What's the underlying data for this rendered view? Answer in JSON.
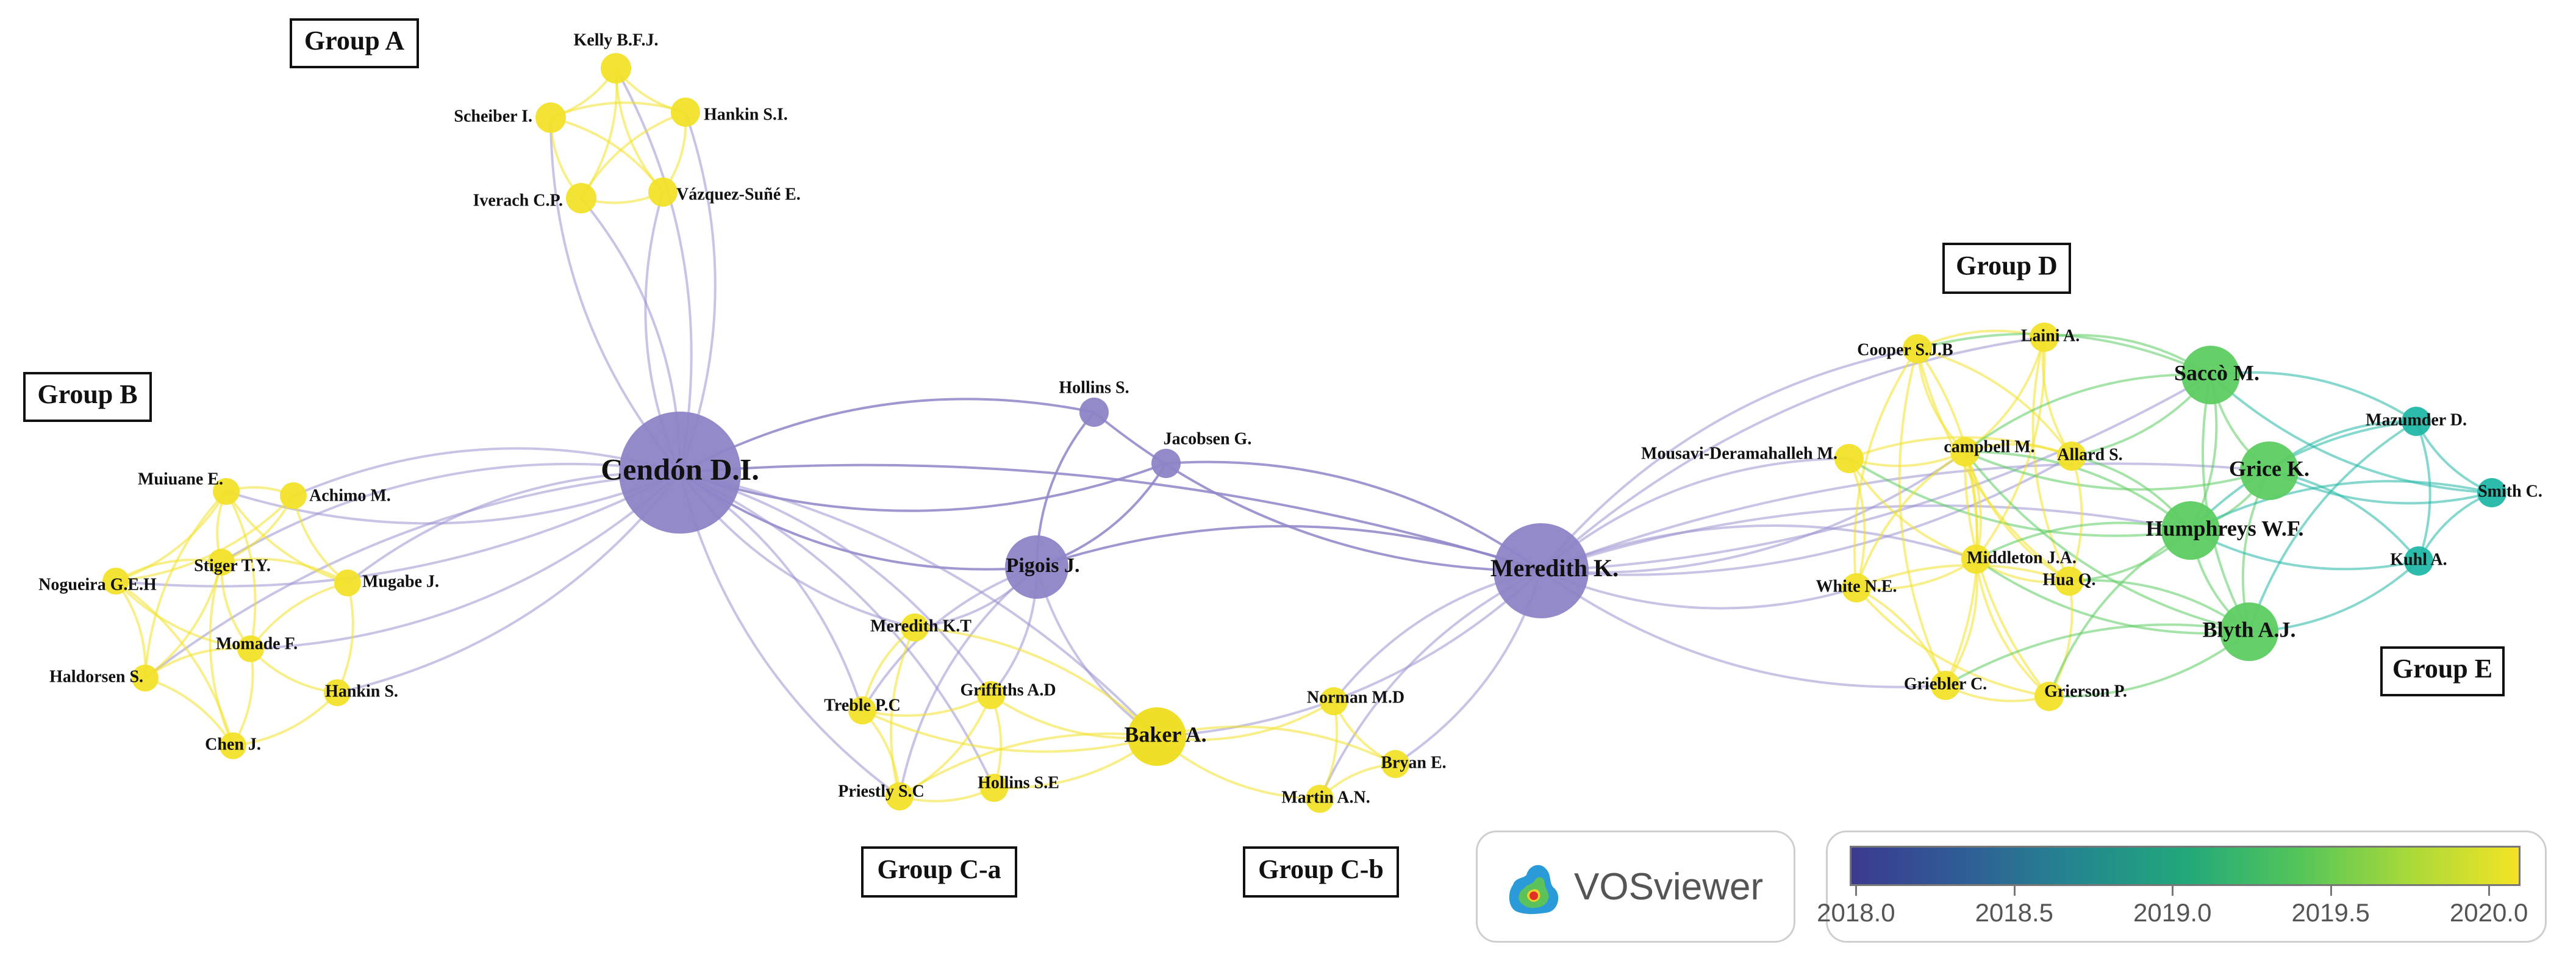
{
  "nodes": [
    {
      "id": "cendon",
      "label": "Cendón D.I.",
      "color": "#8c84c6"
    },
    {
      "id": "meredithk",
      "label": "Meredith K.",
      "color": "#8c84c6"
    },
    {
      "id": "pigois",
      "label": "Pigois J.",
      "color": "#8c84c6"
    },
    {
      "id": "hollins_s",
      "label": "Hollins S.",
      "color": "#8c84c6"
    },
    {
      "id": "jacobsen",
      "label": "Jacobsen G.",
      "color": "#8c84c6"
    },
    {
      "id": "kelly",
      "label": "Kelly B.F.J.",
      "color": "#f2e22a"
    },
    {
      "id": "scheiber",
      "label": "Scheiber I.",
      "color": "#f2e22a"
    },
    {
      "id": "hankin_si",
      "label": "Hankin S.I.",
      "color": "#f2e22a"
    },
    {
      "id": "iverach",
      "label": "Iverach C.P.",
      "color": "#f2e22a"
    },
    {
      "id": "vazquez",
      "label": "Vázquez-Suñé E.",
      "color": "#f2e22a"
    },
    {
      "id": "muiuane",
      "label": "Muiuane E.",
      "color": "#f2e22a"
    },
    {
      "id": "achimo",
      "label": "Achimo M.",
      "color": "#f2e22a"
    },
    {
      "id": "stiger",
      "label": "Stiger T.Y.",
      "color": "#f2e22a"
    },
    {
      "id": "nogueira",
      "label": "Nogueira G.E.H",
      "color": "#f2e22a"
    },
    {
      "id": "mugabe",
      "label": "Mugabe J.",
      "color": "#f2e22a"
    },
    {
      "id": "momade",
      "label": "Momade F.",
      "color": "#f2e22a"
    },
    {
      "id": "haldorsen",
      "label": "Haldorsen S.",
      "color": "#f2e22a"
    },
    {
      "id": "hankin_s",
      "label": "Hankin S.",
      "color": "#f2e22a"
    },
    {
      "id": "chen",
      "label": "Chen J.",
      "color": "#f2e22a"
    },
    {
      "id": "meredith_kt",
      "label": "Meredith K.T",
      "color": "#f2e22a"
    },
    {
      "id": "griffiths",
      "label": "Griffiths A.D",
      "color": "#f2e22a"
    },
    {
      "id": "treble",
      "label": "Treble P.C",
      "color": "#f2e22a"
    },
    {
      "id": "baker",
      "label": "Baker A.",
      "color": "#efdd1e"
    },
    {
      "id": "priestly",
      "label": "Priestly S.C",
      "color": "#f2e22a"
    },
    {
      "id": "hollins_se",
      "label": "Hollins S.E",
      "color": "#f2e22a"
    },
    {
      "id": "norman",
      "label": "Norman M.D",
      "color": "#f2e22a"
    },
    {
      "id": "bryan",
      "label": "Bryan E.",
      "color": "#f2e22a"
    },
    {
      "id": "martin",
      "label": "Martin A.N.",
      "color": "#f2e22a"
    },
    {
      "id": "cooper",
      "label": "Cooper S.J.B",
      "color": "#f2e22a"
    },
    {
      "id": "laini",
      "label": "Laini A.",
      "color": "#f2e22a"
    },
    {
      "id": "mousavi",
      "label": "Mousavi-Deramahalleh M.",
      "color": "#f2e22a"
    },
    {
      "id": "campbell",
      "label": "campbell M.",
      "color": "#f2e22a"
    },
    {
      "id": "allard",
      "label": "Allard S.",
      "color": "#f2e22a"
    },
    {
      "id": "white",
      "label": "White N.E.",
      "color": "#f2e22a"
    },
    {
      "id": "middleton",
      "label": "Middleton J.A.",
      "color": "#f2e22a"
    },
    {
      "id": "hua",
      "label": "Hua Q.",
      "color": "#f2e22a"
    },
    {
      "id": "griebler",
      "label": "Griebler C.",
      "color": "#f2e22a"
    },
    {
      "id": "grierson",
      "label": "Grierson P.",
      "color": "#f2e22a"
    },
    {
      "id": "sacco",
      "label": "Saccò M.",
      "color": "#5dcc62"
    },
    {
      "id": "grice",
      "label": "Grice K.",
      "color": "#5dcc62"
    },
    {
      "id": "humphreys",
      "label": "Humphreys W.F.",
      "color": "#5dcc62"
    },
    {
      "id": "blyth",
      "label": "Blyth A.J.",
      "color": "#5dcc62"
    },
    {
      "id": "mazumder",
      "label": "Mazumder D.",
      "color": "#22b8a6"
    },
    {
      "id": "smith",
      "label": "Smith C.",
      "color": "#22b8a6"
    },
    {
      "id": "kuhl",
      "label": "Kuhl A.",
      "color": "#22b8a6"
    }
  ],
  "edges": [
    [
      "cendon",
      "meredithk"
    ],
    [
      "cendon",
      "pigois"
    ],
    [
      "cendon",
      "hollins_s"
    ],
    [
      "cendon",
      "jacobsen"
    ],
    [
      "cendon",
      "baker"
    ],
    [
      "cendon",
      "kelly"
    ],
    [
      "cendon",
      "scheiber"
    ],
    [
      "cendon",
      "iverach"
    ],
    [
      "cendon",
      "vazquez"
    ],
    [
      "cendon",
      "hankin_si"
    ],
    [
      "cendon",
      "muiuane"
    ],
    [
      "cendon",
      "achimo"
    ],
    [
      "cendon",
      "nogueira"
    ],
    [
      "cendon",
      "mugabe"
    ],
    [
      "cendon",
      "momade"
    ],
    [
      "cendon",
      "haldorsen"
    ],
    [
      "cendon",
      "hankin_s"
    ],
    [
      "cendon",
      "stiger"
    ],
    [
      "cendon",
      "treble"
    ],
    [
      "cendon",
      "priestly"
    ],
    [
      "cendon",
      "griffiths"
    ],
    [
      "cendon",
      "meredith_kt"
    ],
    [
      "cendon",
      "hollins_se"
    ],
    [
      "meredithk",
      "pigois"
    ],
    [
      "meredithk",
      "hollins_s"
    ],
    [
      "meredithk",
      "jacobsen"
    ],
    [
      "meredithk",
      "baker"
    ],
    [
      "meredithk",
      "norman"
    ],
    [
      "meredithk",
      "bryan"
    ],
    [
      "meredithk",
      "martin"
    ],
    [
      "meredithk",
      "mousavi"
    ],
    [
      "meredithk",
      "campbell"
    ],
    [
      "meredithk",
      "cooper"
    ],
    [
      "meredithk",
      "white"
    ],
    [
      "meredithk",
      "middleton"
    ],
    [
      "meredithk",
      "griebler"
    ],
    [
      "meredithk",
      "laini"
    ],
    [
      "meredithk",
      "allard"
    ],
    [
      "meredithk",
      "humphreys"
    ],
    [
      "meredithk",
      "sacco"
    ],
    [
      "meredithk",
      "grice"
    ],
    [
      "pigois",
      "baker"
    ],
    [
      "pigois",
      "meredith_kt"
    ],
    [
      "pigois",
      "treble"
    ],
    [
      "pigois",
      "hollins_s"
    ],
    [
      "pigois",
      "jacobsen"
    ],
    [
      "pigois",
      "griffiths"
    ],
    [
      "pigois",
      "priestly"
    ],
    [
      "baker",
      "treble"
    ],
    [
      "baker",
      "priestly"
    ],
    [
      "baker",
      "griffiths"
    ],
    [
      "baker",
      "meredith_kt"
    ],
    [
      "baker",
      "hollins_se"
    ],
    [
      "baker",
      "norman"
    ],
    [
      "baker",
      "bryan"
    ],
    [
      "baker",
      "martin"
    ],
    [
      "treble",
      "priestly"
    ],
    [
      "treble",
      "griffiths"
    ],
    [
      "treble",
      "meredith_kt"
    ],
    [
      "priestly",
      "hollins_se"
    ],
    [
      "griffiths",
      "hollins_se"
    ],
    [
      "meredith_kt",
      "priestly"
    ],
    [
      "griffiths",
      "priestly"
    ],
    [
      "norman",
      "bryan"
    ],
    [
      "norman",
      "martin"
    ],
    [
      "bryan",
      "martin"
    ],
    [
      "kelly",
      "scheiber"
    ],
    [
      "kelly",
      "hankin_si"
    ],
    [
      "kelly",
      "iverach"
    ],
    [
      "kelly",
      "vazquez"
    ],
    [
      "scheiber",
      "hankin_si"
    ],
    [
      "scheiber",
      "iverach"
    ],
    [
      "scheiber",
      "vazquez"
    ],
    [
      "hankin_si",
      "iverach"
    ],
    [
      "hankin_si",
      "vazquez"
    ],
    [
      "iverach",
      "vazquez"
    ],
    [
      "muiuane",
      "achimo"
    ],
    [
      "muiuane",
      "stiger"
    ],
    [
      "muiuane",
      "nogueira"
    ],
    [
      "muiuane",
      "mugabe"
    ],
    [
      "muiuane",
      "momade"
    ],
    [
      "muiuane",
      "haldorsen"
    ],
    [
      "achimo",
      "stiger"
    ],
    [
      "achimo",
      "mugabe"
    ],
    [
      "achimo",
      "nogueira"
    ],
    [
      "stiger",
      "nogueira"
    ],
    [
      "stiger",
      "mugabe"
    ],
    [
      "stiger",
      "momade"
    ],
    [
      "stiger",
      "haldorsen"
    ],
    [
      "stiger",
      "chen"
    ],
    [
      "nogueira",
      "haldorsen"
    ],
    [
      "nogueira",
      "momade"
    ],
    [
      "nogueira",
      "chen"
    ],
    [
      "mugabe",
      "momade"
    ],
    [
      "mugabe",
      "hankin_s"
    ],
    [
      "momade",
      "haldorsen"
    ],
    [
      "momade",
      "chen"
    ],
    [
      "momade",
      "hankin_s"
    ],
    [
      "haldorsen",
      "chen"
    ],
    [
      "chen",
      "hankin_s"
    ],
    [
      "cooper",
      "laini"
    ],
    [
      "cooper",
      "campbell"
    ],
    [
      "cooper",
      "allard"
    ],
    [
      "cooper",
      "white"
    ],
    [
      "cooper",
      "middleton"
    ],
    [
      "cooper",
      "hua"
    ],
    [
      "cooper",
      "sacco"
    ],
    [
      "cooper",
      "griebler"
    ],
    [
      "laini",
      "campbell"
    ],
    [
      "laini",
      "allard"
    ],
    [
      "laini",
      "sacco"
    ],
    [
      "laini",
      "hua"
    ],
    [
      "laini",
      "middleton"
    ],
    [
      "mousavi",
      "campbell"
    ],
    [
      "mousavi",
      "white"
    ],
    [
      "mousavi",
      "middleton"
    ],
    [
      "mousavi",
      "allard"
    ],
    [
      "mousavi",
      "humphreys"
    ],
    [
      "campbell",
      "allard"
    ],
    [
      "campbell",
      "white"
    ],
    [
      "campbell",
      "middleton"
    ],
    [
      "campbell",
      "hua"
    ],
    [
      "campbell",
      "sacco"
    ],
    [
      "campbell",
      "grice"
    ],
    [
      "campbell",
      "humphreys"
    ],
    [
      "campbell",
      "blyth"
    ],
    [
      "campbell",
      "griebler"
    ],
    [
      "campbell",
      "grierson"
    ],
    [
      "allard",
      "hua"
    ],
    [
      "allard",
      "sacco"
    ],
    [
      "allard",
      "humphreys"
    ],
    [
      "white",
      "middleton"
    ],
    [
      "white",
      "griebler"
    ],
    [
      "white",
      "grierson"
    ],
    [
      "white",
      "hua"
    ],
    [
      "middleton",
      "hua"
    ],
    [
      "middleton",
      "griebler"
    ],
    [
      "middleton",
      "grierson"
    ],
    [
      "middleton",
      "humphreys"
    ],
    [
      "middleton",
      "blyth"
    ],
    [
      "hua",
      "grierson"
    ],
    [
      "hua",
      "humphreys"
    ],
    [
      "hua",
      "blyth"
    ],
    [
      "griebler",
      "grierson"
    ],
    [
      "griebler",
      "blyth"
    ],
    [
      "grierson",
      "blyth"
    ],
    [
      "grierson",
      "humphreys"
    ],
    [
      "sacco",
      "grice"
    ],
    [
      "sacco",
      "humphreys"
    ],
    [
      "sacco",
      "blyth"
    ],
    [
      "sacco",
      "mazumder"
    ],
    [
      "sacco",
      "smith"
    ],
    [
      "grice",
      "humphreys"
    ],
    [
      "grice",
      "blyth"
    ],
    [
      "grice",
      "mazumder"
    ],
    [
      "grice",
      "smith"
    ],
    [
      "grice",
      "kuhl"
    ],
    [
      "humphreys",
      "blyth"
    ],
    [
      "humphreys",
      "mazumder"
    ],
    [
      "humphreys",
      "kuhl"
    ],
    [
      "humphreys",
      "smith"
    ],
    [
      "blyth",
      "kuhl"
    ],
    [
      "blyth",
      "mazumder"
    ],
    [
      "mazumder",
      "smith"
    ],
    [
      "mazumder",
      "kuhl"
    ],
    [
      "smith",
      "kuhl"
    ]
  ],
  "groups": [
    {
      "label": "Group A"
    },
    {
      "label": "Group B"
    },
    {
      "label": "Group C-a"
    },
    {
      "label": "Group C-b"
    },
    {
      "label": "Group D"
    },
    {
      "label": "Group E"
    }
  ],
  "brand": {
    "name": "VOSviewer"
  },
  "color_scale": {
    "stops": [
      "#3b3a8f",
      "#2f5d96",
      "#23868f",
      "#21a87a",
      "#52c55a",
      "#a7d93a",
      "#f4e324"
    ],
    "ticks": [
      {
        "label": "2018.0",
        "value": 2018.0
      },
      {
        "label": "2018.5",
        "value": 2018.5
      },
      {
        "label": "2019.0",
        "value": 2019.0
      },
      {
        "label": "2019.5",
        "value": 2019.5
      },
      {
        "label": "2020.0",
        "value": 2020.0
      }
    ],
    "min": 2017.98,
    "max": 2020.1
  }
}
